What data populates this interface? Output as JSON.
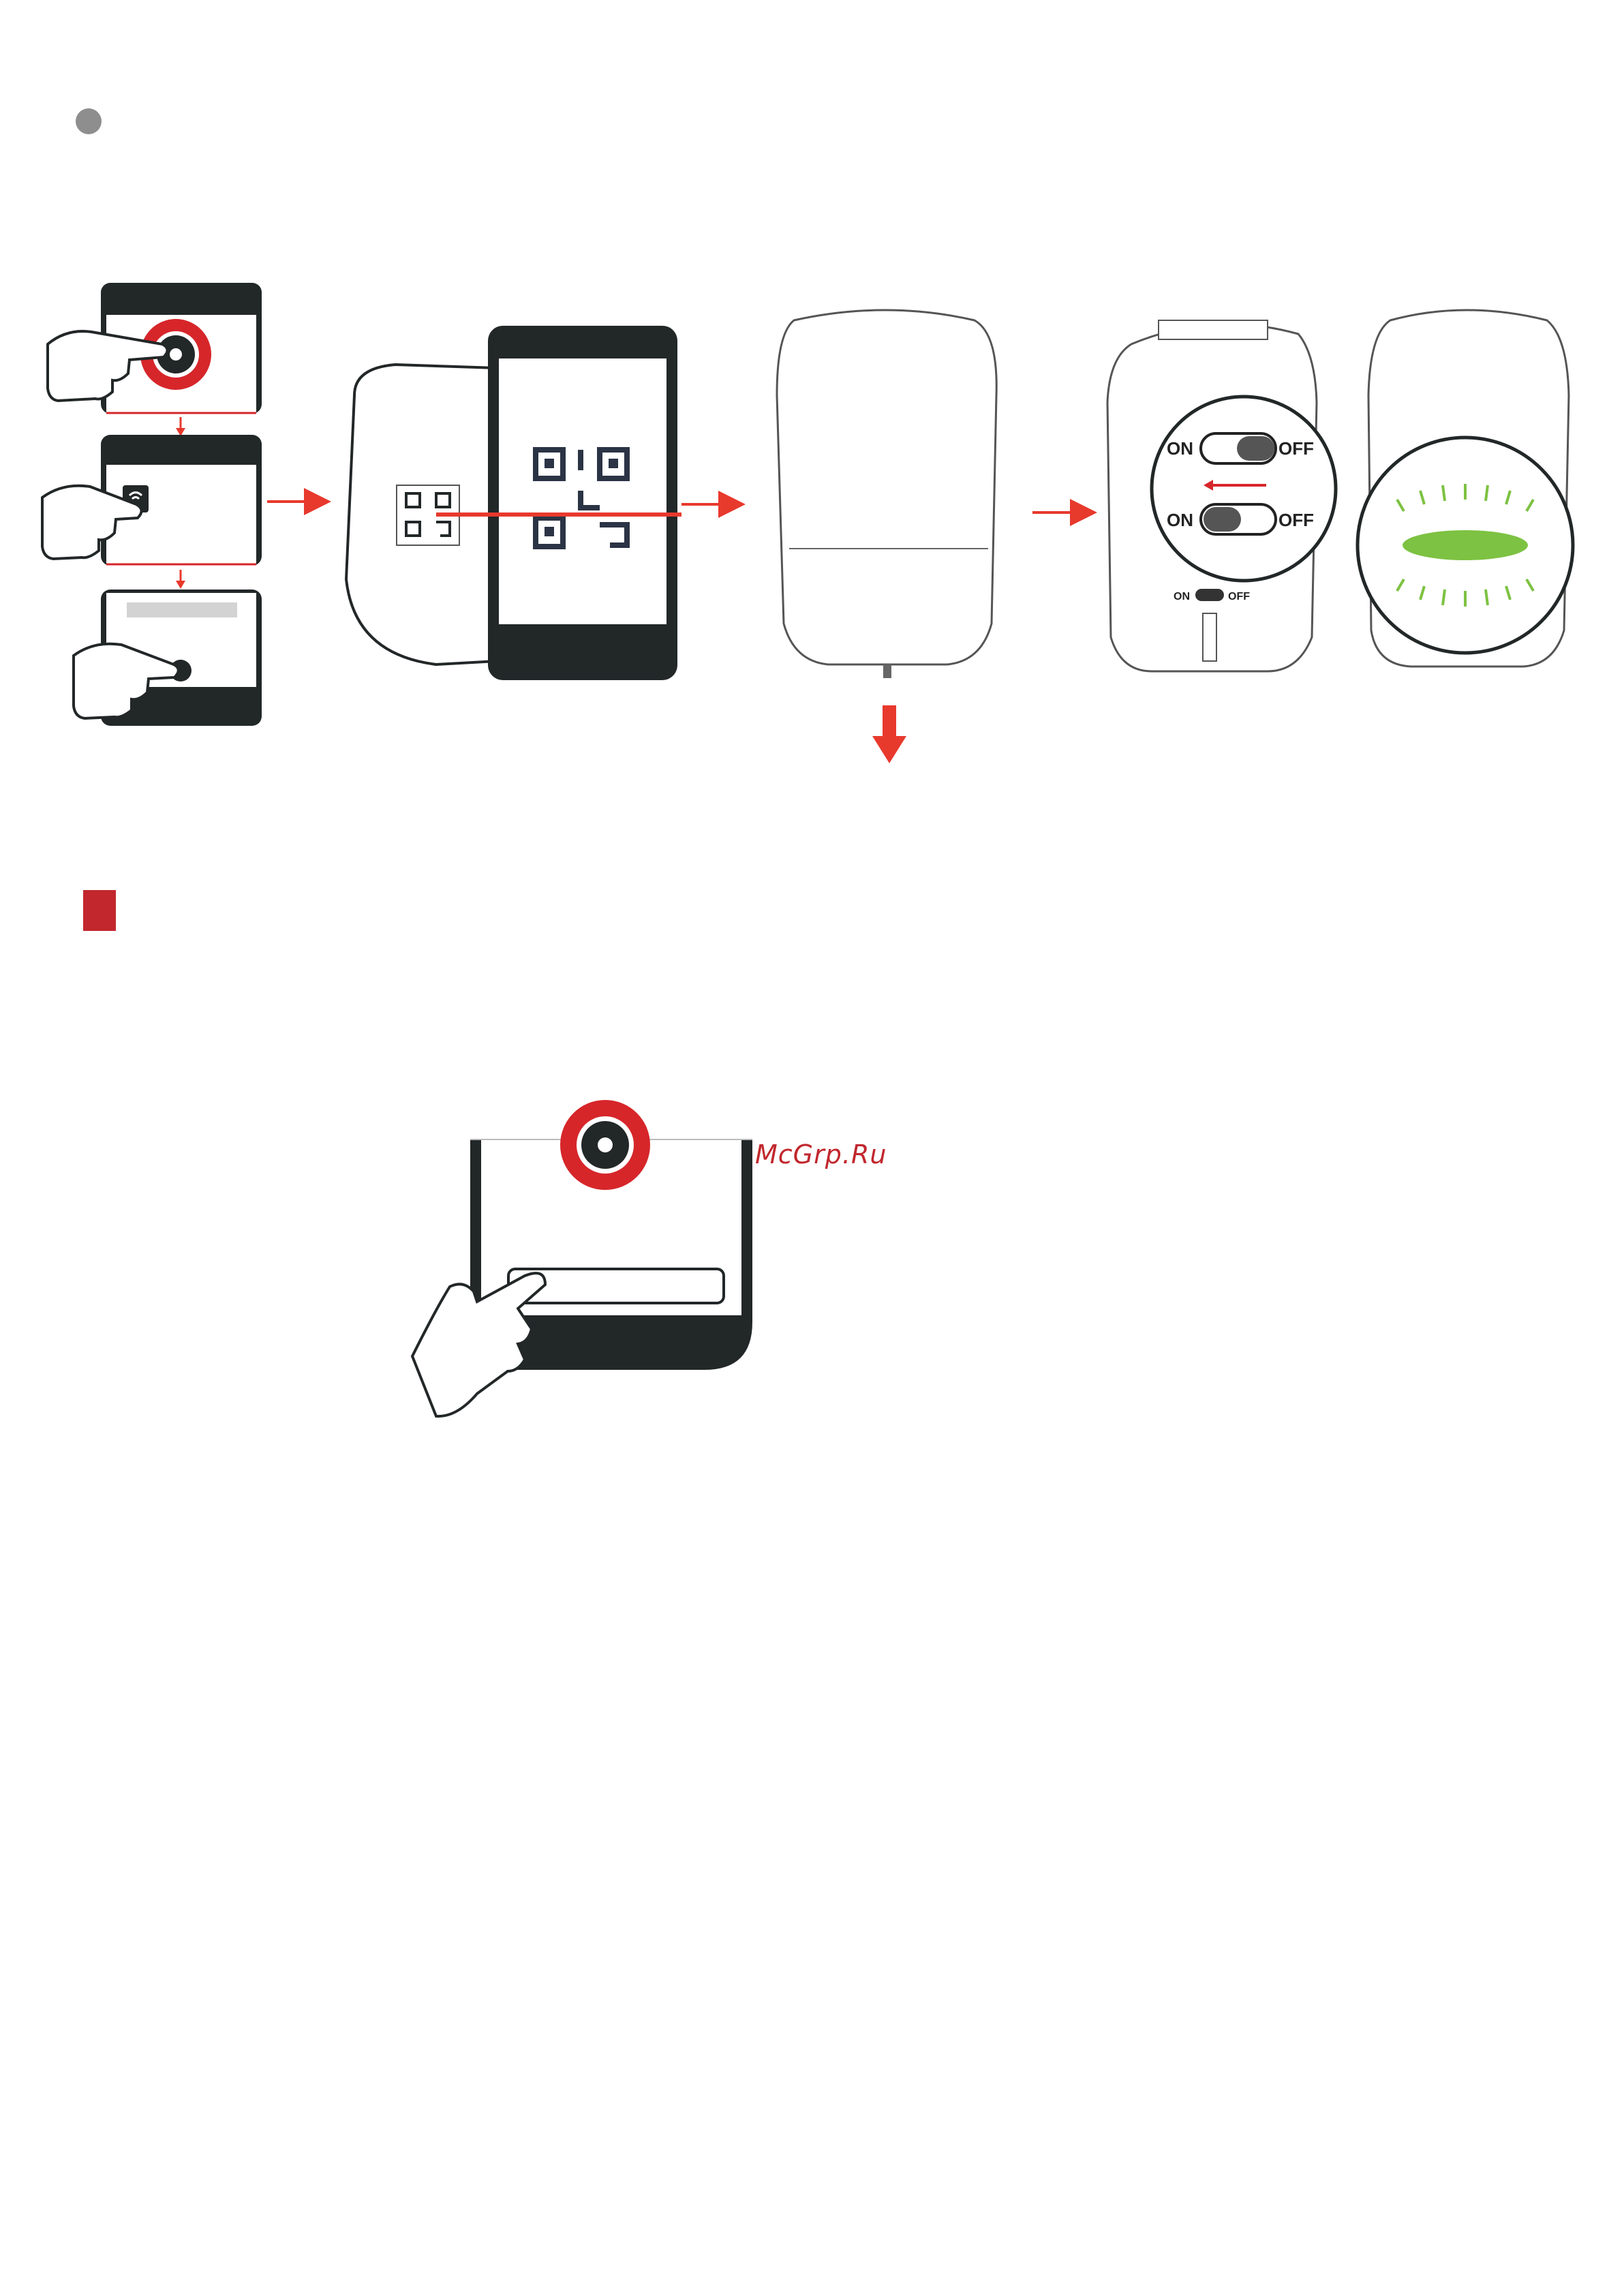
{
  "watermark": "McGrp.Ru",
  "switch": {
    "on_label": "ON",
    "off_label": "OFF"
  },
  "colors": {
    "accent_red": "#d6262a",
    "dark": "#222728",
    "led_green": "#7dc242",
    "led_orange": "#f0821e",
    "led_red": "#e8303a",
    "ok_green": "#39b54a",
    "beam_blue": "#1b4f9c",
    "chair_green": "#2fa84f"
  },
  "icons": {
    "bullet": "grey-circle-bullet",
    "section_marker": "red-square-marker",
    "ok": "check-mark-icon",
    "fail": "cross-icon",
    "warning": "warning-triangle-icon",
    "sun": "sun-icon",
    "qr": "qr-code-icon",
    "fingerprint": "pointing-hand-icon"
  },
  "led_states": [
    "red-blinking",
    "green",
    "orange",
    "red"
  ],
  "led_verdicts": [
    "fail",
    "ok",
    "ok",
    "fail"
  ],
  "placement_rows": [
    {
      "left": "ok",
      "right": "warning"
    },
    {
      "left": "ok",
      "right": "fail"
    },
    {
      "left": "ok",
      "right": "fail"
    },
    {
      "left": "ok",
      "right": "warning"
    }
  ]
}
